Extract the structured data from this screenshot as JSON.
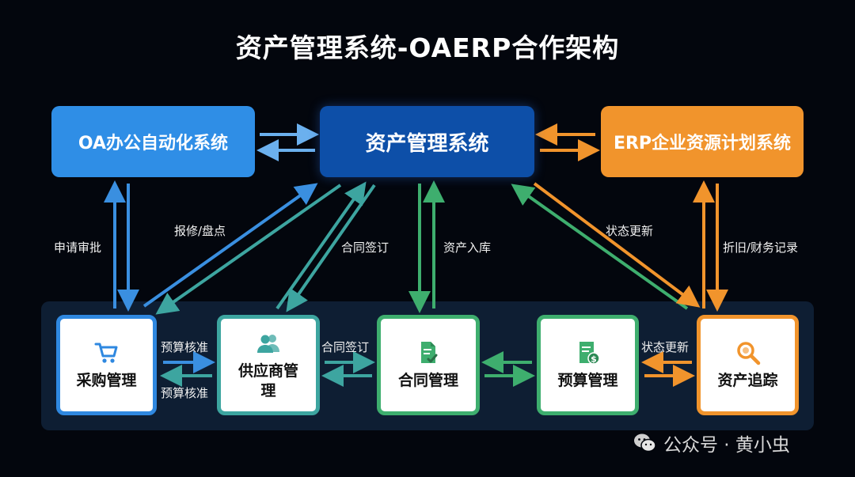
{
  "title": "资产管理系统-OAERP合作架构",
  "top_systems": {
    "oa": "OA办公自动化系统",
    "asset": "资产管理系统",
    "erp": "ERP企业资源计划系统"
  },
  "modules": {
    "purchase": "采购管理",
    "supplier": "供应商管理",
    "contract": "合同管理",
    "budget": "预算管理",
    "tracking": "资产追踪"
  },
  "edge_labels": {
    "apply_approve": "申请审批",
    "repair_inventory": "报修/盘点",
    "contract_sign_vertical": "合同签订",
    "asset_inbound": "资产入库",
    "status_update_vertical": "状态更新",
    "depreciation_finance": "折旧/财务记录",
    "budget_approve_top": "预算核准",
    "budget_approve_bottom": "预算核准",
    "contract_sign_horizontal": "合同签订",
    "status_update_horizontal": "状态更新"
  },
  "icons": {
    "purchase": "shopping-cart-icon",
    "supplier": "users-icon",
    "contract": "document-check-icon",
    "budget": "invoice-dollar-icon",
    "tracking": "magnifier-icon"
  },
  "colors": {
    "blue": "#2f8ee6",
    "dark_blue": "#0d4fa8",
    "orange": "#f1942c",
    "teal": "#3da5a0",
    "green": "#3eae6e"
  },
  "watermark": "公众号 · 黄小虫"
}
